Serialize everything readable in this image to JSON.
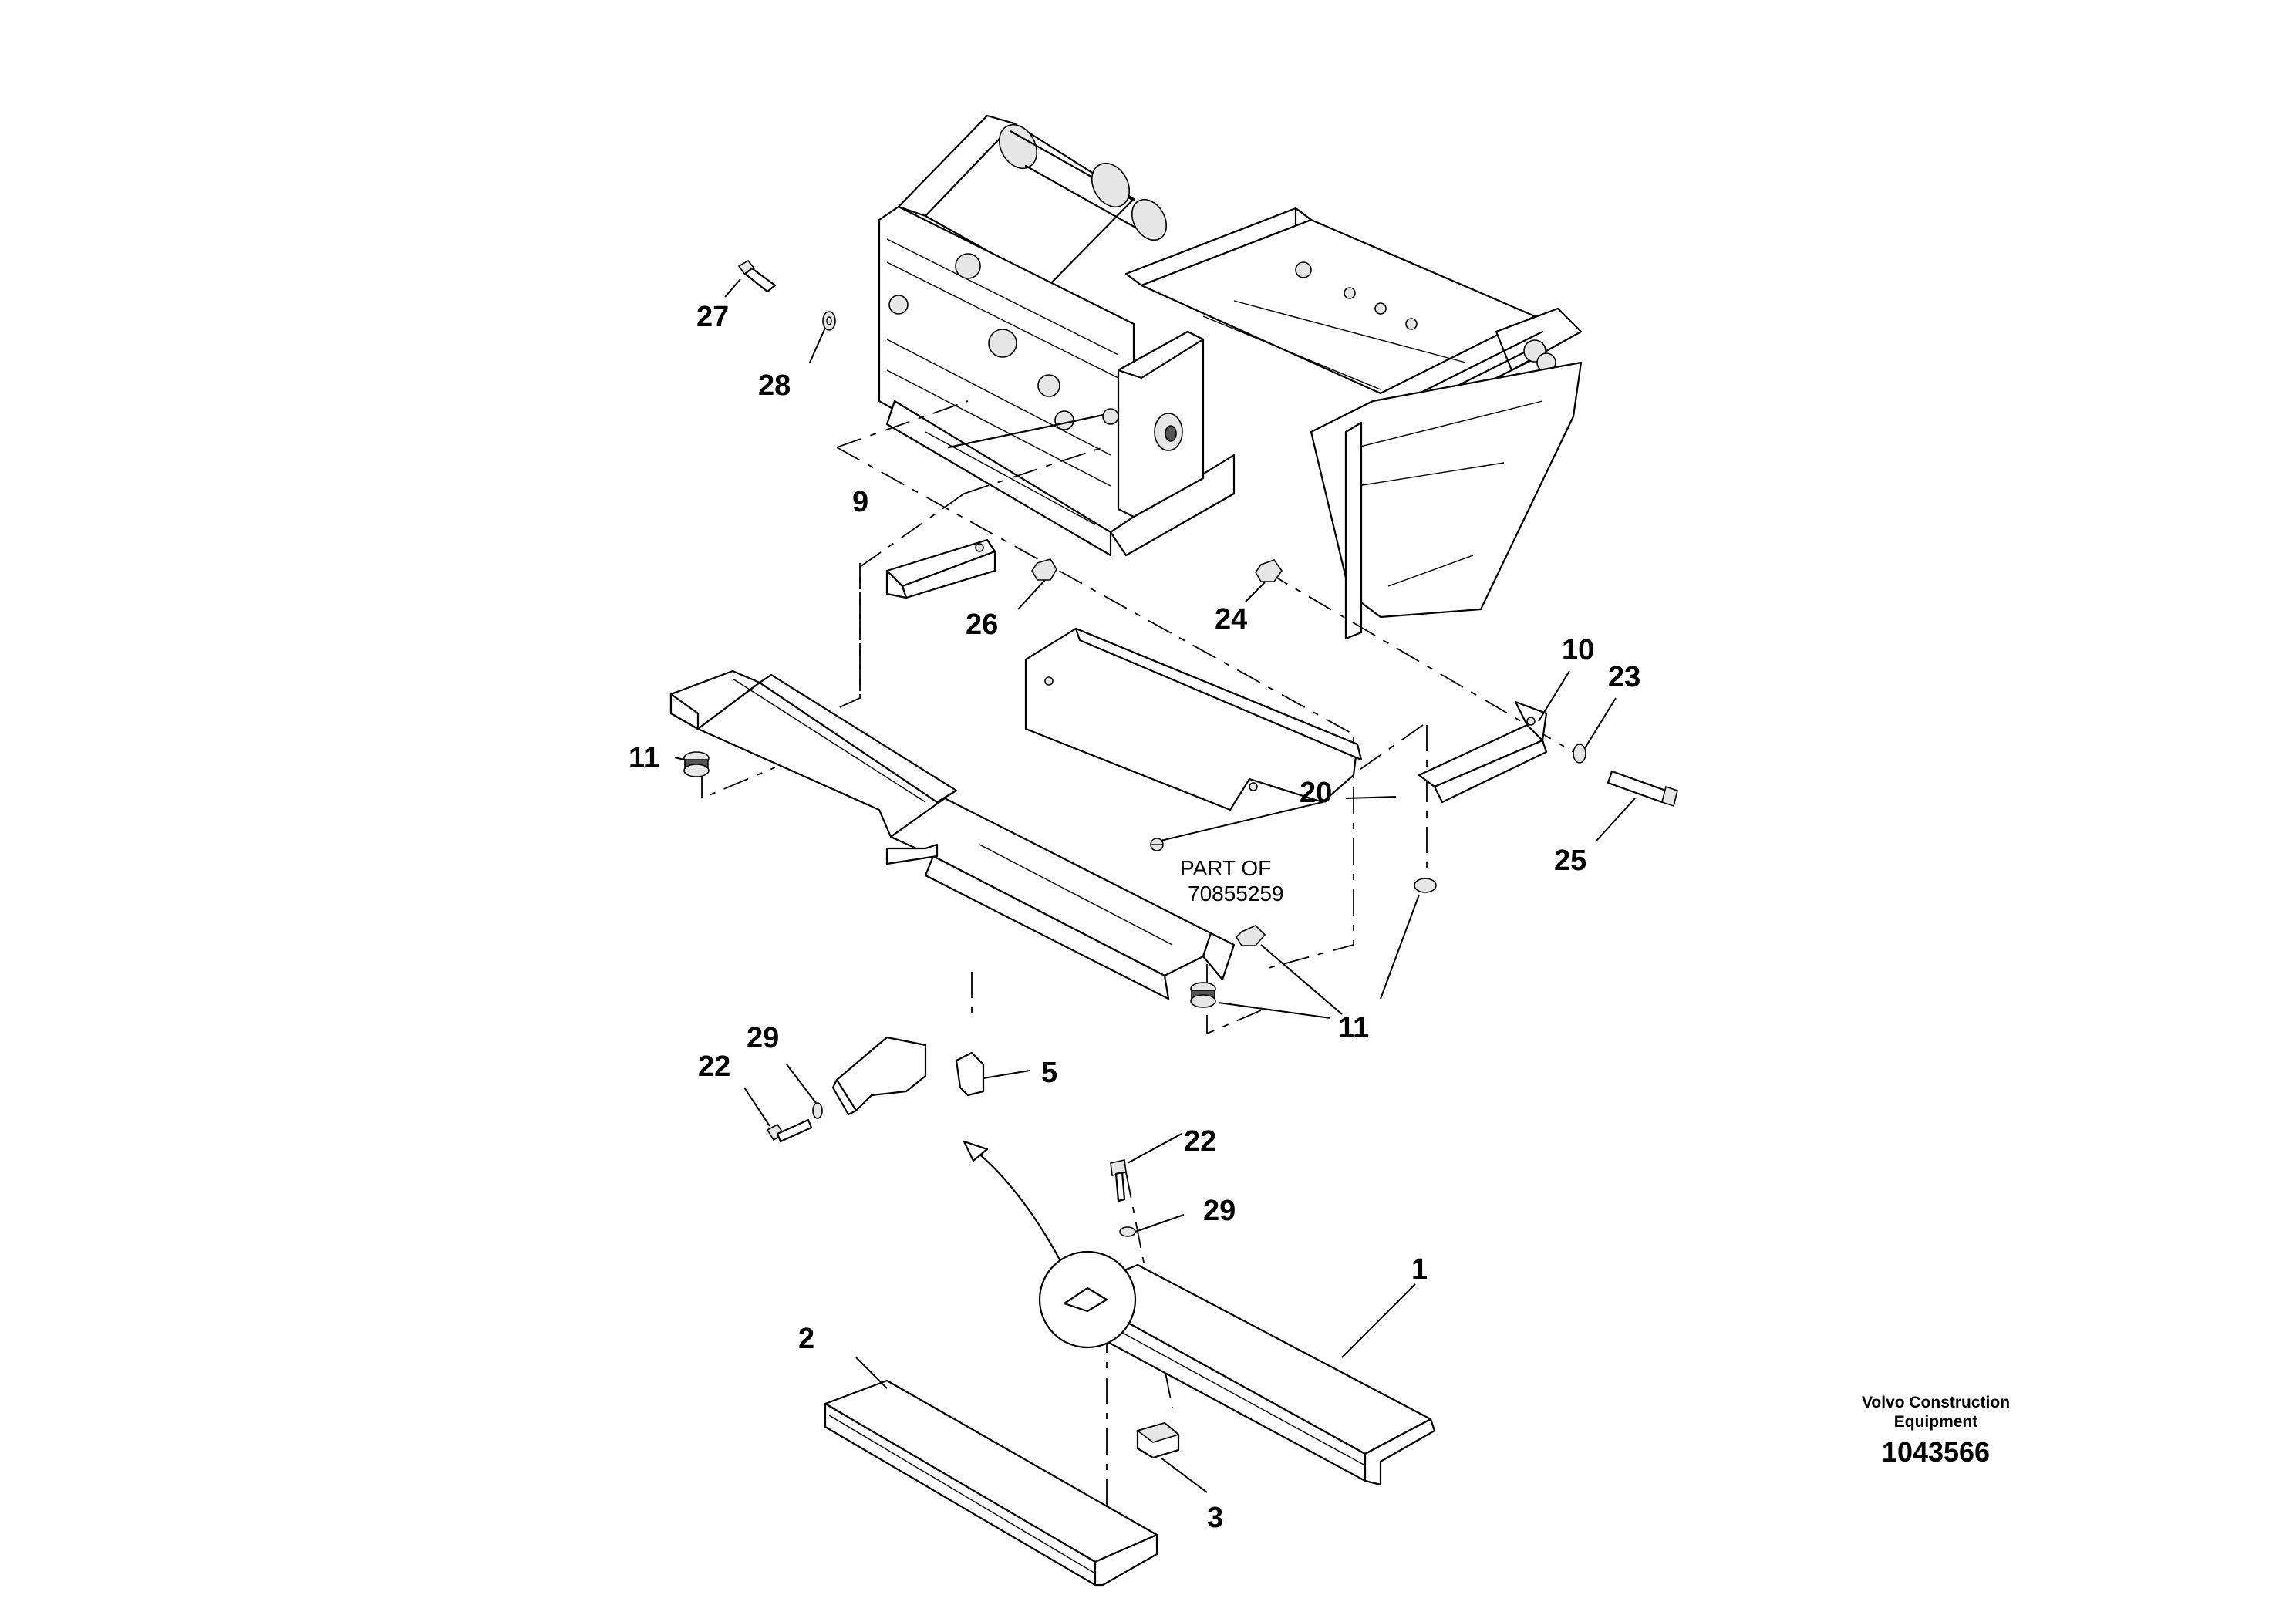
{
  "callouts": {
    "c1": "1",
    "c2": "2",
    "c3": "3",
    "c5": "5",
    "c9": "9",
    "c10": "10",
    "c11a": "11",
    "c11b": "11",
    "c20": "20",
    "c22a": "22",
    "c22b": "22",
    "c23": "23",
    "c24": "24",
    "c25": "25",
    "c26": "26",
    "c27": "27",
    "c28": "28",
    "c29a": "29",
    "c29b": "29"
  },
  "note": {
    "line1": "PART OF",
    "line2": "70855259"
  },
  "footer": {
    "brand_line1": "Volvo Construction",
    "brand_line2": "Equipment",
    "doc_number": "1043566"
  }
}
